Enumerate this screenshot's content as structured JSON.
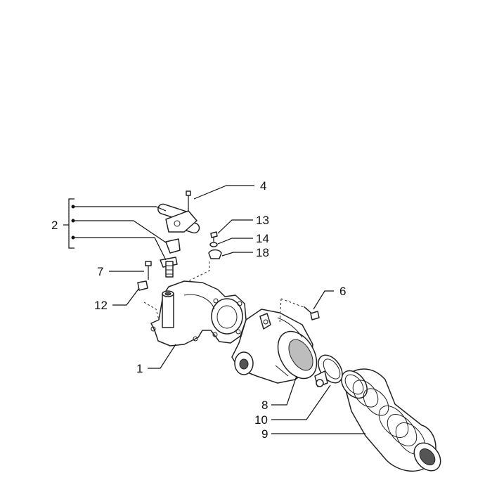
{
  "diagram": {
    "callouts": [
      {
        "id": "1",
        "text": "1"
      },
      {
        "id": "2",
        "text": "2"
      },
      {
        "id": "4",
        "text": "4"
      },
      {
        "id": "6",
        "text": "6"
      },
      {
        "id": "7",
        "text": "7"
      },
      {
        "id": "8",
        "text": "8"
      },
      {
        "id": "9",
        "text": "9"
      },
      {
        "id": "10",
        "text": "10"
      },
      {
        "id": "12",
        "text": "12"
      },
      {
        "id": "13",
        "text": "13"
      },
      {
        "id": "14",
        "text": "14"
      },
      {
        "id": "18",
        "text": "18"
      }
    ]
  }
}
